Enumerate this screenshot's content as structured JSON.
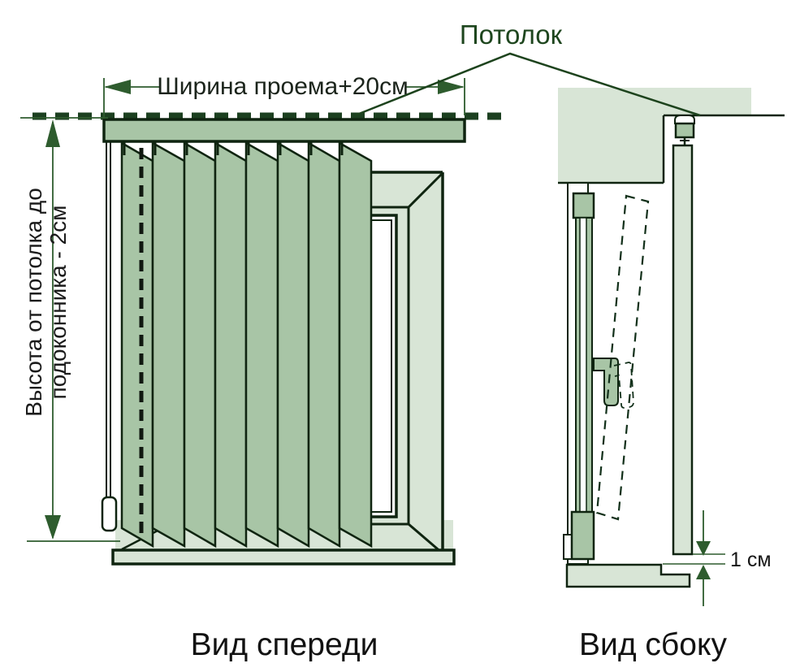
{
  "diagram": {
    "ceiling_label": "Потолок",
    "front_view": {
      "caption": "Вид спереди",
      "width_dimension_label": "Ширина проема+20см",
      "height_dimension_label_line1": "Высота от потолка до",
      "height_dimension_label_line2": "подоконника - 2см",
      "vane_count": 8
    },
    "side_view": {
      "caption": "Вид сбоку",
      "gap_dimension_label": "1 см"
    },
    "colors": {
      "light_green": "#d8e5d6",
      "mid_green": "#a8c5a6",
      "outline_dark": "#0f2410",
      "dimension_green": "#2e5c2e",
      "ceiling_dash_green": "#1c4020",
      "label_green": "#1e461e",
      "text_dark": "#1b1b1b"
    }
  }
}
